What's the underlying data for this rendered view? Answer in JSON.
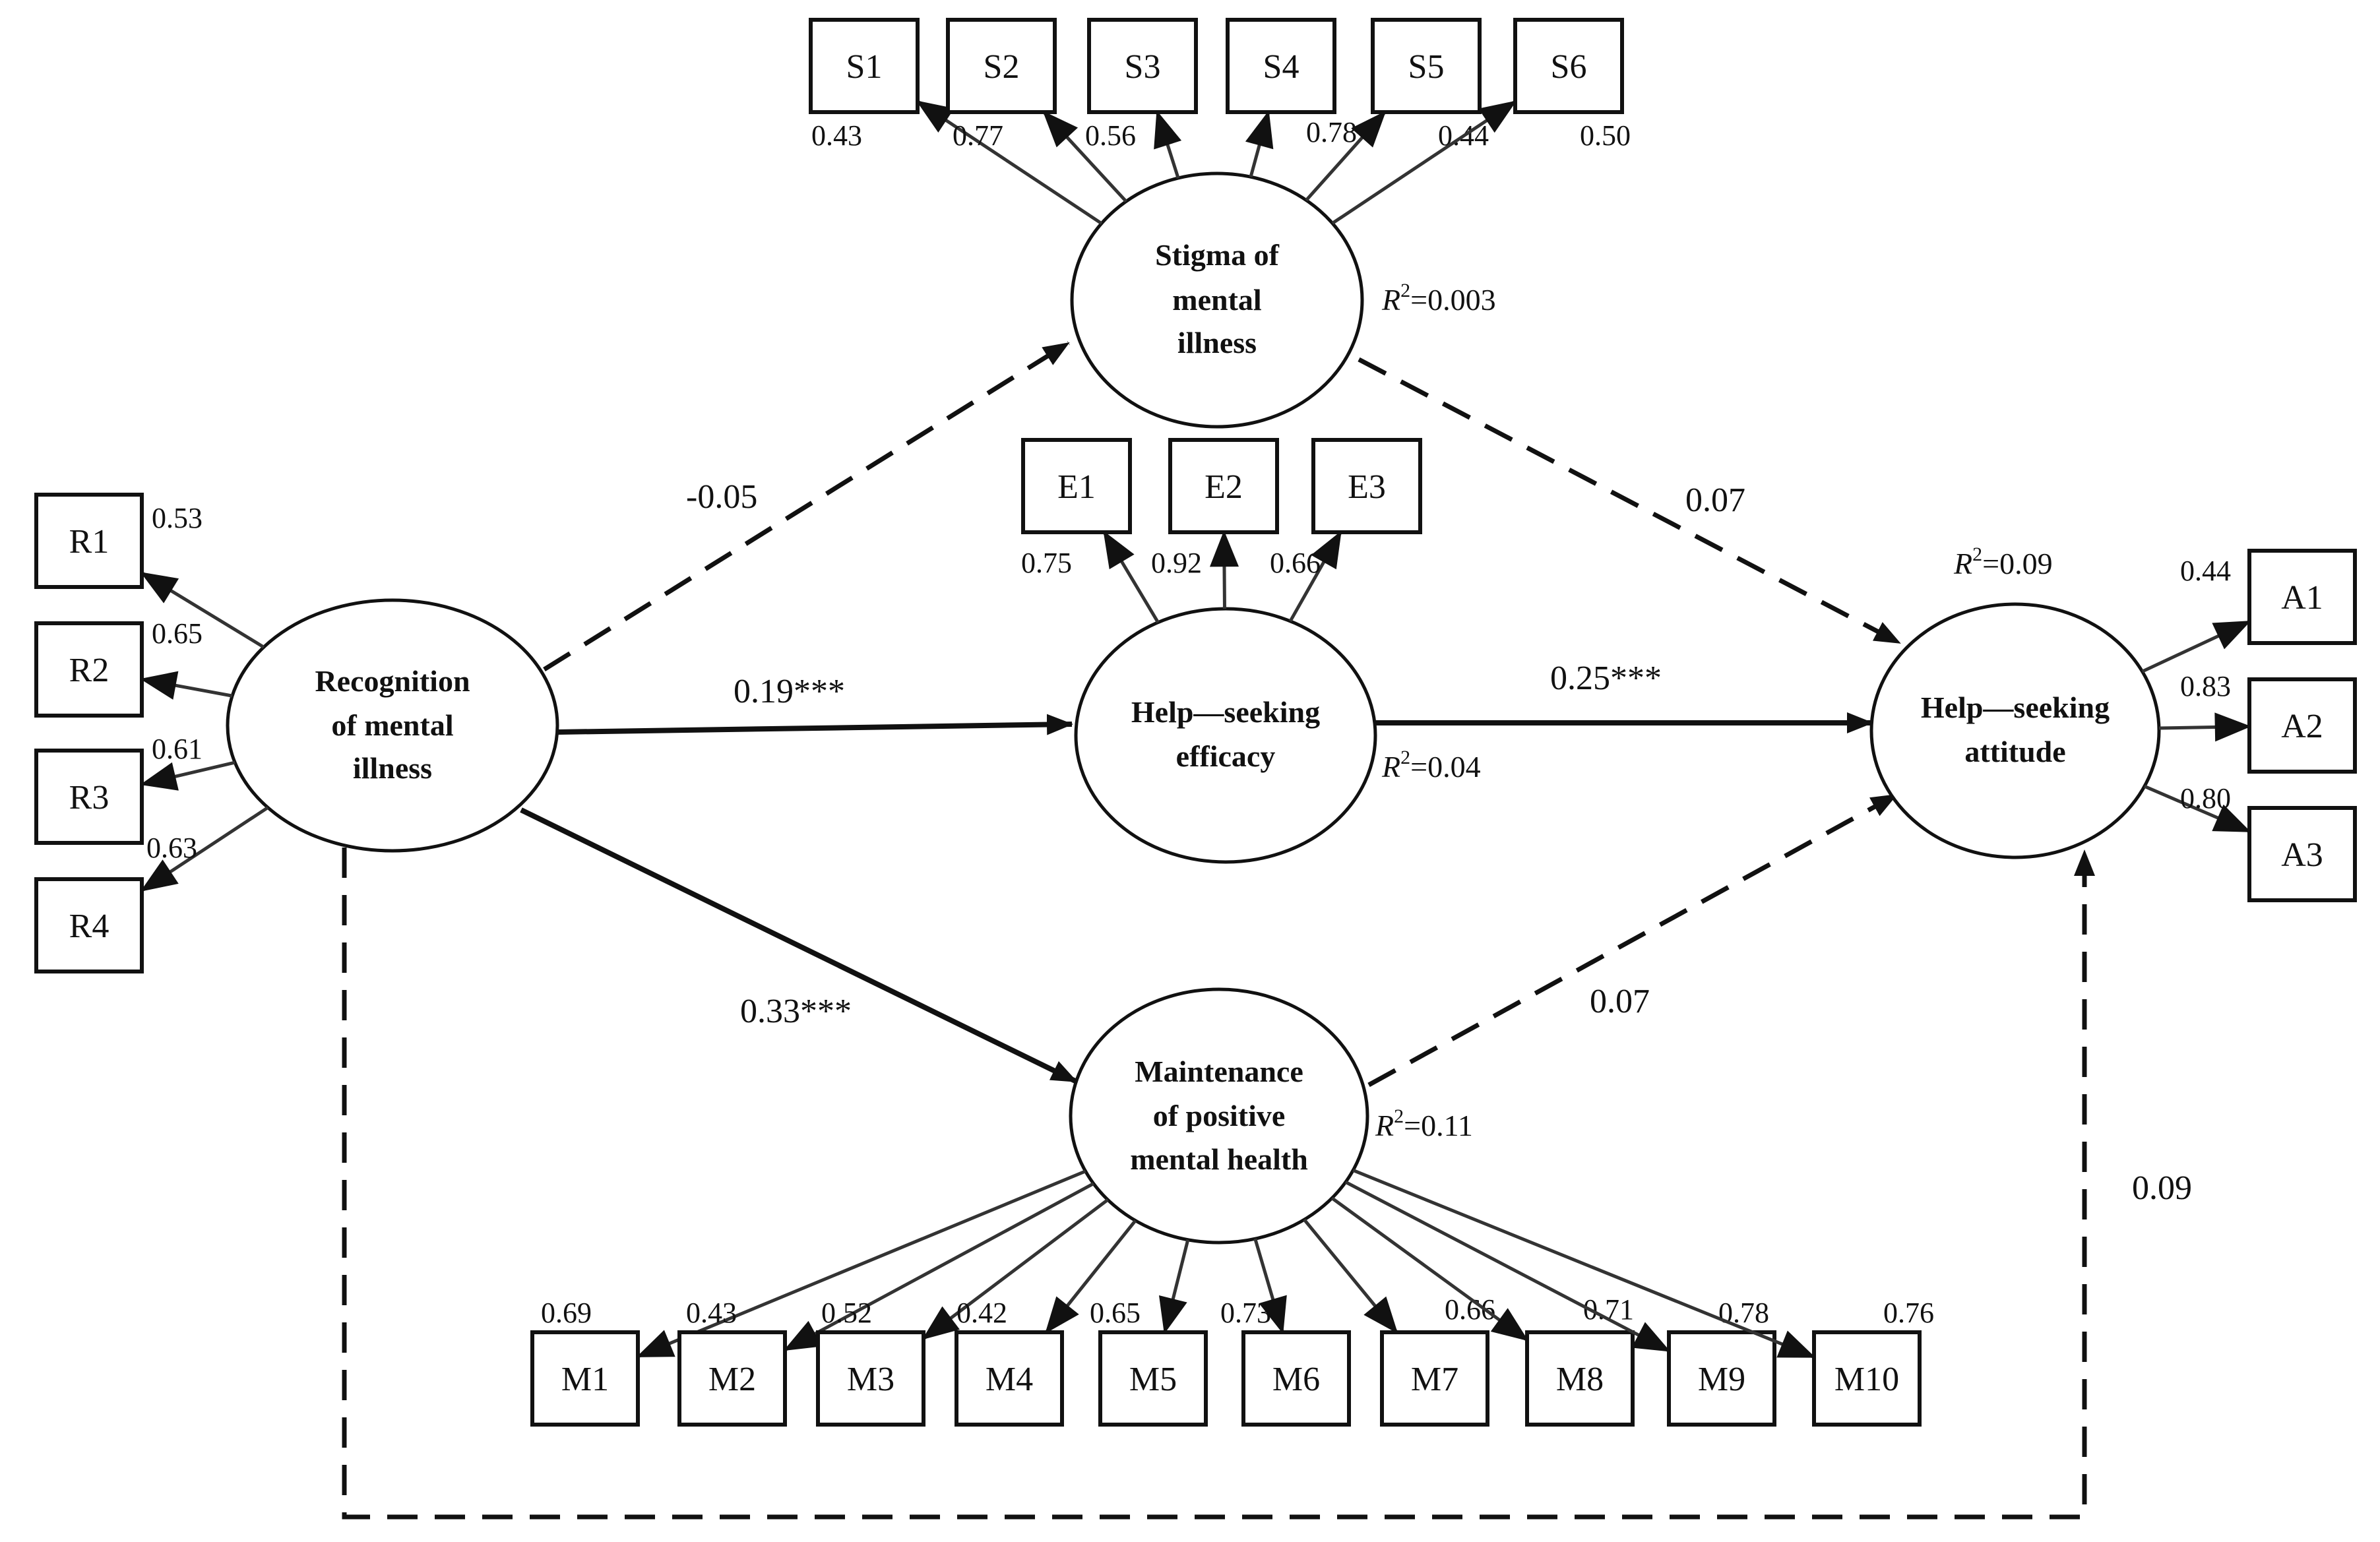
{
  "latents": {
    "stigma": {
      "lines": [
        "Stigma  of",
        "mental",
        "illness"
      ],
      "r2": "0.003"
    },
    "recognition": {
      "lines": [
        "Recognition",
        "of mental",
        "illness"
      ]
    },
    "efficacy": {
      "lines": [
        "Help—seeking",
        "efficacy"
      ],
      "r2": "0.04"
    },
    "attitude": {
      "lines": [
        "Help—seeking",
        "attitude"
      ],
      "r2": "0.09"
    },
    "maintenance": {
      "lines": [
        "Maintenance",
        "of positive",
        "mental  health"
      ],
      "r2": "0.11"
    }
  },
  "r2_label": {
    "letter": "R",
    "sup": "2",
    "eq": "="
  },
  "indicators": {
    "S": [
      {
        "label": "S1",
        "loading": "0.43"
      },
      {
        "label": "S2",
        "loading": "0.77"
      },
      {
        "label": "S3",
        "loading": "0.56"
      },
      {
        "label": "S4",
        "loading": "0.78"
      },
      {
        "label": "S5",
        "loading": "0.44"
      },
      {
        "label": "S6",
        "loading": "0.50"
      }
    ],
    "E": [
      {
        "label": "E1",
        "loading": "0.75"
      },
      {
        "label": "E2",
        "loading": "0.92"
      },
      {
        "label": "E3",
        "loading": "0.66"
      }
    ],
    "R": [
      {
        "label": "R1",
        "loading": "0.53"
      },
      {
        "label": "R2",
        "loading": "0.65"
      },
      {
        "label": "R3",
        "loading": "0.61"
      },
      {
        "label": "R4",
        "loading": "0.63"
      }
    ],
    "A": [
      {
        "label": "A1",
        "loading": "0.44"
      },
      {
        "label": "A2",
        "loading": "0.83"
      },
      {
        "label": "A3",
        "loading": "0.80"
      }
    ],
    "M": [
      {
        "label": "M1",
        "loading": "0.69"
      },
      {
        "label": "M2",
        "loading": "0.43"
      },
      {
        "label": "M3",
        "loading": "0.52"
      },
      {
        "label": "M4",
        "loading": "0.42"
      },
      {
        "label": "M5",
        "loading": "0.65"
      },
      {
        "label": "M6",
        "loading": "0.73"
      },
      {
        "label": "M7",
        "loading": "0.66"
      },
      {
        "label": "M8",
        "loading": "0.71"
      },
      {
        "label": "M9",
        "loading": "0.78"
      },
      {
        "label": "M10",
        "loading": "0.76"
      }
    ]
  },
  "paths": {
    "recognition_to_stigma": {
      "coef": "-0.05",
      "style": "dashed"
    },
    "stigma_to_attitude": {
      "coef": "0.07",
      "style": "dashed"
    },
    "recognition_to_efficacy": {
      "coef": "0.19***",
      "style": "solid"
    },
    "efficacy_to_attitude": {
      "coef": "0.25***",
      "style": "solid"
    },
    "recognition_to_maintenance": {
      "coef": "0.33***",
      "style": "solid"
    },
    "maintenance_to_attitude": {
      "coef": "0.07",
      "style": "dashed"
    },
    "recognition_to_attitude": {
      "coef": "0.09",
      "style": "dashed"
    }
  }
}
